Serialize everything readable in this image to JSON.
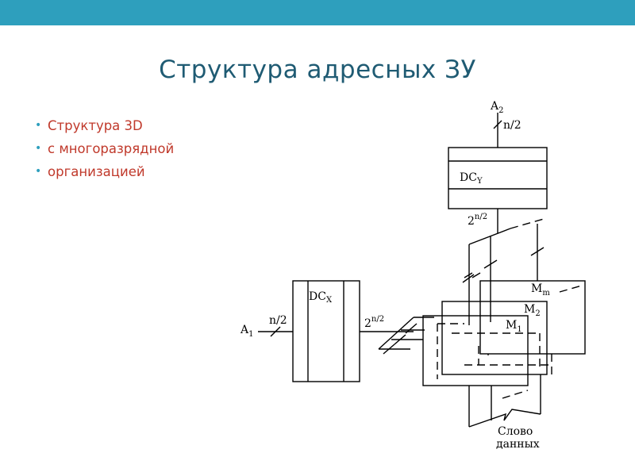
{
  "slide": {
    "title": "Структура адресных ЗУ",
    "bullets": [
      "Структура 3D",
      "с многоразрядной",
      "организацией"
    ]
  },
  "diagram": {
    "a1": {
      "letter": "A",
      "sub": "1"
    },
    "a2": {
      "letter": "A",
      "sub": "2"
    },
    "bus_a1_width": "n/2",
    "bus_a2_width": "n/2",
    "dcx": {
      "prefix": "DC",
      "sub": "X"
    },
    "dcy": {
      "prefix": "DC",
      "sub": "Y"
    },
    "out_x": {
      "base": "2",
      "exp": "n/2"
    },
    "out_y": {
      "base": "2",
      "exp": "n/2"
    },
    "m1": {
      "letter": "M",
      "sub": "1"
    },
    "m2": {
      "letter": "M",
      "sub": "2"
    },
    "mm": {
      "letter": "M",
      "sub": "m"
    },
    "data_word": [
      "Слово",
      "данных"
    ]
  },
  "colors": {
    "top_bar": "#2e9fbd",
    "title": "#1f5b73",
    "bullet_text": "#c0392b",
    "bullet_marker": "#2e9fbd"
  }
}
